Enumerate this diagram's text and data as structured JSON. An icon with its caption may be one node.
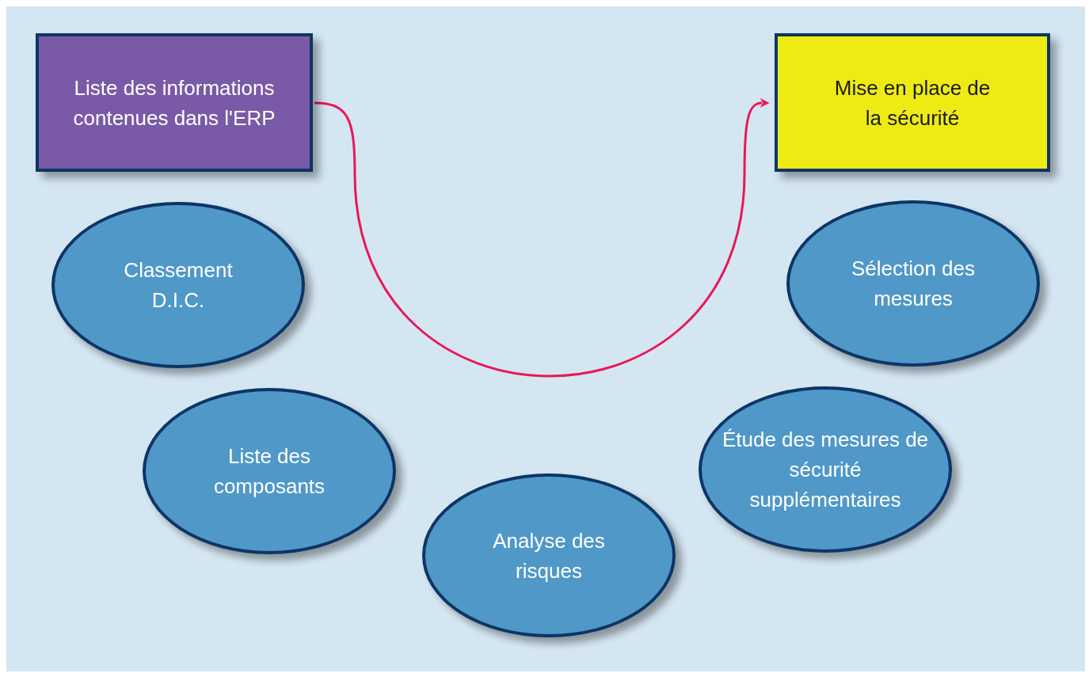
{
  "diagram": {
    "nodes": [
      {
        "text": [
          "Liste des informations contenues dans l'ERP"
        ]
      },
      {
        "text": [
          "Classement D.I.C."
        ]
      },
      {
        "text": [
          "Liste des composants"
        ]
      },
      {
        "text": [
          "Analyse des risques"
        ]
      },
      {
        "text": [
          "Étude des mesures de sécurité supplémentaires"
        ]
      },
      {
        "text": [
          "Sélection des mesures"
        ]
      },
      {
        "text": [
          "Mise en place de la sécurité"
        ]
      }
    ],
    "edges": [
      {
        "from": 0,
        "to": 6,
        "arrow": "to",
        "color": "#e8185a"
      }
    ]
  }
}
